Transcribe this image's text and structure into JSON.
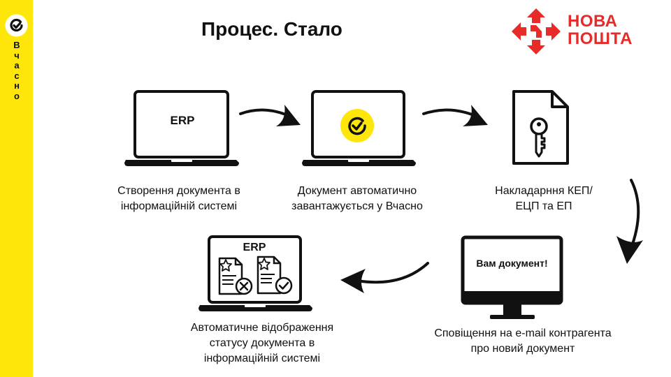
{
  "title": "Процес. Стало",
  "brand": {
    "name_letters": [
      "В",
      "ч",
      "а",
      "с",
      "н",
      "о"
    ],
    "logo_icon": "vchasno-check-circle-icon",
    "color": "#FFE60A"
  },
  "partner_logo": {
    "line1": "НОВА",
    "line2": "ПОШТА",
    "icon": "nova-poshta-arrows-icon",
    "color": "#E62B29"
  },
  "steps": [
    {
      "screen_label": "ERP",
      "icon": "laptop-icon",
      "caption_lines": [
        "Створення документа в",
        "інформаційній системі"
      ]
    },
    {
      "screen_icon": "vchasno-logo-icon",
      "icon": "laptop-icon",
      "caption_lines": [
        "Документ автоматично",
        "завантажується у Вчасно"
      ]
    },
    {
      "icon": "document-key-icon",
      "caption_lines": [
        "Накладарння КЕП/",
        "ЕЦП та ЕП"
      ]
    },
    {
      "screen_label": "Вам документ!",
      "icon": "monitor-icon",
      "caption_lines": [
        "Сповіщення на e-mail контрагента",
        "про новий документ"
      ]
    },
    {
      "screen_label": "ERP",
      "icon": "laptop-icon",
      "caption_lines": [
        "Автоматичне відображення",
        "статусу документа в",
        "інформаційній системі"
      ]
    }
  ]
}
